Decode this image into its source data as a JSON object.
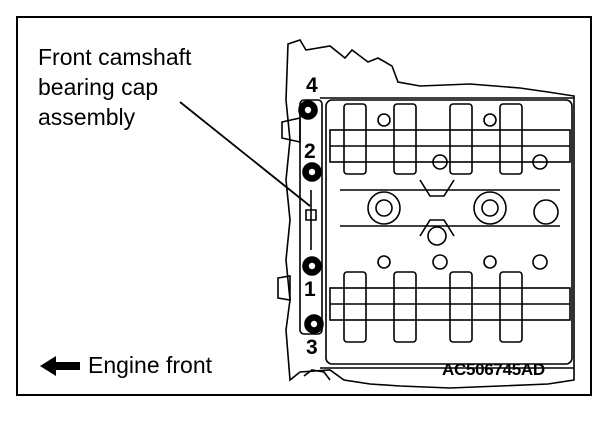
{
  "callout": {
    "text": "Front camshaft\nbearing cap\nassembly"
  },
  "engine_front": {
    "label": "Engine front"
  },
  "figure_code": "AC506745AD",
  "bolt_numbers": [
    "4",
    "2",
    "1",
    "3"
  ],
  "colors": {
    "line": "#000000",
    "background": "#ffffff"
  },
  "icons": {
    "arrow": "arrow-left-icon"
  }
}
